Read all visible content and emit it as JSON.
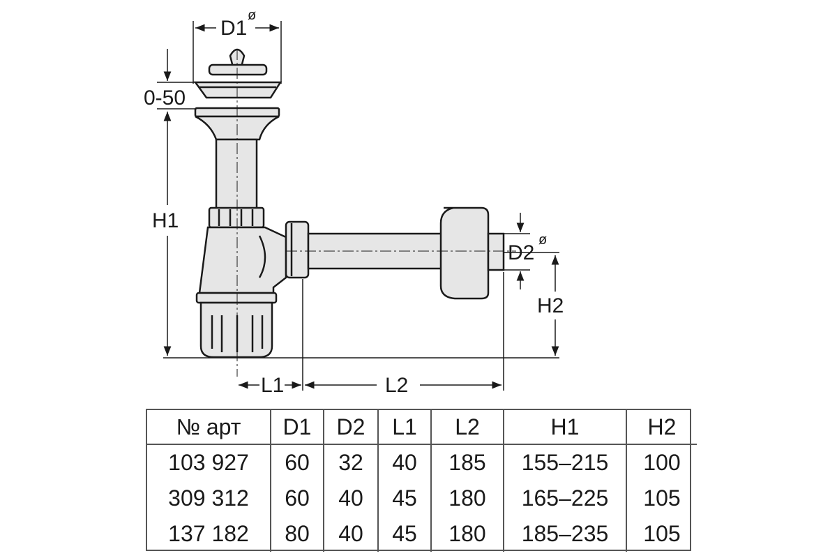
{
  "labels": {
    "d1": "D1",
    "d1_sup": "ø",
    "d2": "D2",
    "d2_sup": "ø",
    "adjust": "0-50",
    "h1": "H1",
    "h2": "H2",
    "l1": "L1",
    "l2": "L2"
  },
  "table": {
    "headers": [
      "№ арт",
      "D1",
      "D2",
      "L1",
      "L2",
      "H1",
      "H2"
    ],
    "rows": [
      [
        "103 927",
        "60",
        "32",
        "40",
        "185",
        "155–215",
        "100"
      ],
      [
        "309 312",
        "60",
        "40",
        "45",
        "180",
        "165–225",
        "105"
      ],
      [
        "137 182",
        "80",
        "40",
        "45",
        "180",
        "185–235",
        "105"
      ]
    ]
  },
  "colors": {
    "line": "#1a1a1a",
    "part_fill": "#e4e4e4",
    "part_dark": "#bdbdbd"
  }
}
